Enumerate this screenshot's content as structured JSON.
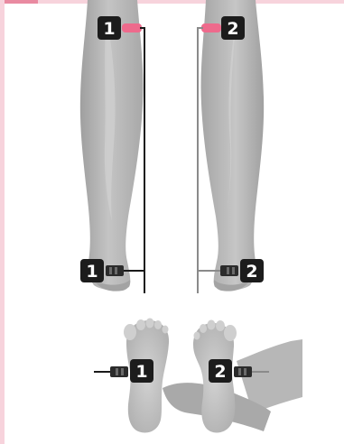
{
  "colors": {
    "background": "#ffffff",
    "frame_pink": "#f7d3dc",
    "frame_pink_dark": "#e98aa1",
    "skin": "#b9b9b9",
    "skin_shadow": "#9c9c9c",
    "skin_light": "#d4d4d4",
    "electrode_pink": "#ee6a8c",
    "lead_black": "#1a1a1a",
    "lead_gray": "#8a8a8a",
    "badge_bg": "#1c1c1c",
    "badge_text": "#ffffff"
  },
  "icons": {
    "clip": "electrode-clip-icon",
    "band": "electrode-band-icon"
  },
  "labels": {
    "calf_left": "1",
    "calf_right": "2",
    "ankle_left": "1",
    "ankle_right": "2",
    "foot_left": "1",
    "foot_right": "2"
  }
}
